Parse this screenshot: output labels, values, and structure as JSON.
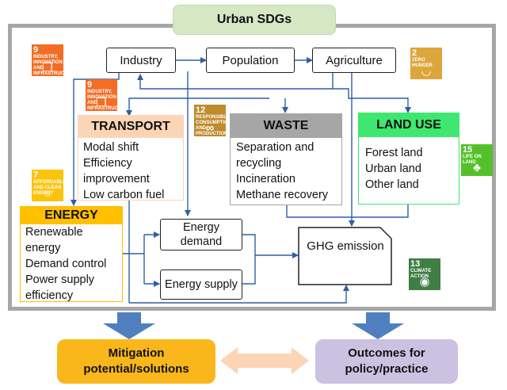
{
  "title": "Urban SDGs",
  "nodes": {
    "industry": "Industry",
    "population": "Population",
    "agriculture": "Agriculture",
    "energy_demand": "Energy demand",
    "energy_supply": "Energy supply",
    "ghg": "GHG emission"
  },
  "panels": {
    "transport": {
      "title": "TRANSPORT",
      "items": [
        "Modal shift",
        "Efficiency",
        "improvement",
        "Low carbon fuel"
      ]
    },
    "waste": {
      "title": "WASTE",
      "items": [
        "Separation and",
        "recycling",
        "Incineration",
        "Methane recovery"
      ]
    },
    "land_use": {
      "title": "LAND USE",
      "items": [
        "Forest land",
        "Urban land",
        "Other land"
      ]
    },
    "energy": {
      "title": "ENERGY",
      "items": [
        "Renewable",
        "energy",
        "Demand control",
        "Power supply",
        "efficiency"
      ]
    }
  },
  "sdg_icons": [
    {
      "num": "9",
      "text": "INDUSTRY, INNOVATION AND INFRASTRUCTURE",
      "color": "#f36d25",
      "icon": "cubes-icon"
    },
    {
      "num": "9",
      "text": "INDUSTRY, INNOVATION AND INFRASTRUCTURE",
      "color": "#f36d25",
      "icon": "cubes-icon"
    },
    {
      "num": "2",
      "text": "ZERO HUNGER",
      "color": "#dda63a",
      "icon": "bowl-icon"
    },
    {
      "num": "12",
      "text": "RESPONSIBLE CONSUMPTION AND PRODUCTION",
      "color": "#bf8b2e",
      "icon": "infinity-icon"
    },
    {
      "num": "7",
      "text": "AFFORDABLE AND CLEAN ENERGY",
      "color": "#fcc30b",
      "icon": "sun-icon"
    },
    {
      "num": "15",
      "text": "LIFE ON LAND",
      "color": "#56c02b",
      "icon": "tree-icon"
    },
    {
      "num": "13",
      "text": "CLIMATE ACTION",
      "color": "#3f7e44",
      "icon": "eye-globe-icon"
    }
  ],
  "bottom": {
    "mitigation": [
      "Mitigation",
      "potential/solutions"
    ],
    "outcomes": [
      "Outcomes for",
      "policy/practice"
    ]
  },
  "colors": {
    "transport_header": "#fbd5b5",
    "waste_header": "#a6a6a6",
    "land_use_header": "#3ee870",
    "energy_header": "#ffc000",
    "arrow_blue": "#4f7fbf",
    "mitigation_fill": "#f9b71c",
    "outcomes_fill": "#cbc1e0",
    "double_arrow": "#fbd5b5"
  }
}
